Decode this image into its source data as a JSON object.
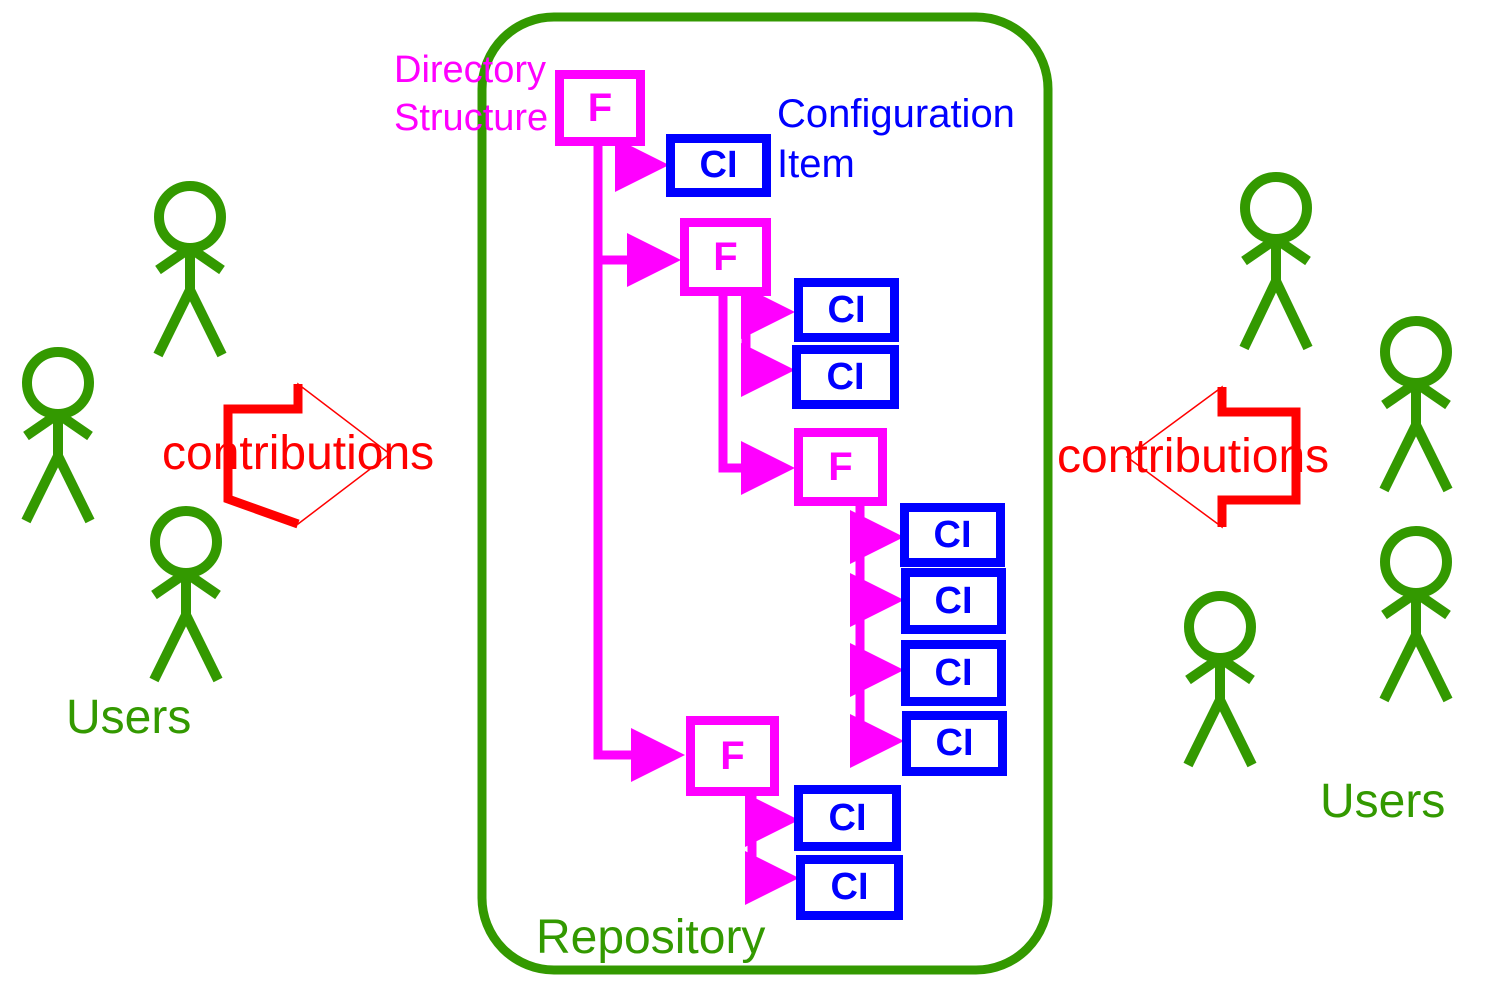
{
  "colors": {
    "user": "#339900",
    "repository": "#339900",
    "contribution": "#ff0000",
    "folder": "#ff00ff",
    "configuration_item": "#0000ff"
  },
  "left": {
    "users_label": "Users",
    "contribution_label": "contributions"
  },
  "right": {
    "users_label": "Users",
    "contribution_label": "contributions"
  },
  "repository": {
    "label": "Repository",
    "directory_label_line1": "Directory",
    "directory_label_line2": "Structure",
    "config_label_line1": "Configuration",
    "config_label_line2": "Item",
    "folder_glyph": "F",
    "ci_glyph": "CI"
  }
}
